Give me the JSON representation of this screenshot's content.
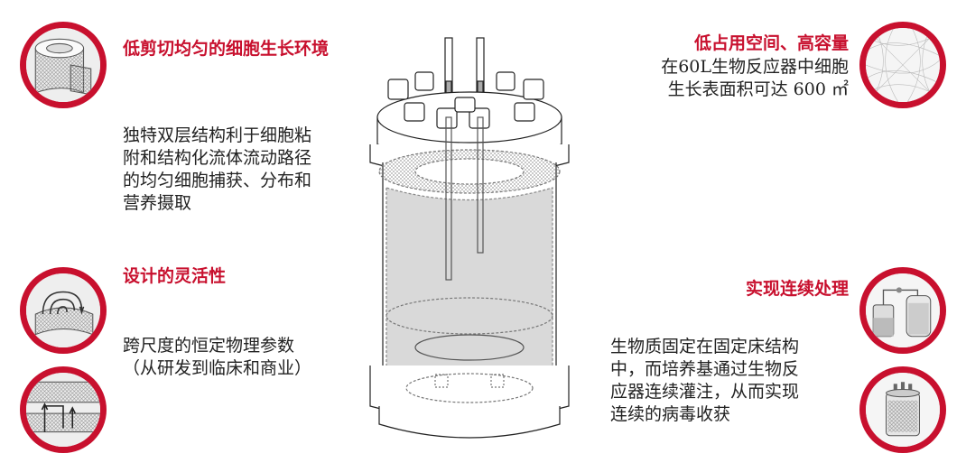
{
  "features": {
    "shear": {
      "title": "低剪切均匀的细胞生长环境",
      "lines": [
        "独特双层结构利于细胞粘",
        "附和结构化流体流动路径",
        "的均匀细胞捕获、分布和",
        "营养摄取"
      ]
    },
    "space": {
      "title": "低占用空间、高容量",
      "lines": [
        "在60L生物反应器中细胞",
        "生长表面积可达 600 ㎡"
      ]
    },
    "design": {
      "title": "设计的灵活性",
      "lines": [
        "跨尺度的恒定物理参数",
        "（从研发到临床和商业）"
      ]
    },
    "continuous": {
      "title": "实现连续处理",
      "lines": [
        "生物质固定在固定床结构",
        "中，而培养基通过生物反",
        "应器连续灌注，从而实现",
        "连续的病毒收获"
      ]
    }
  },
  "colors": {
    "accent": "#c8102e",
    "text": "#222222",
    "reactor_fill": "#d9d9d9"
  }
}
